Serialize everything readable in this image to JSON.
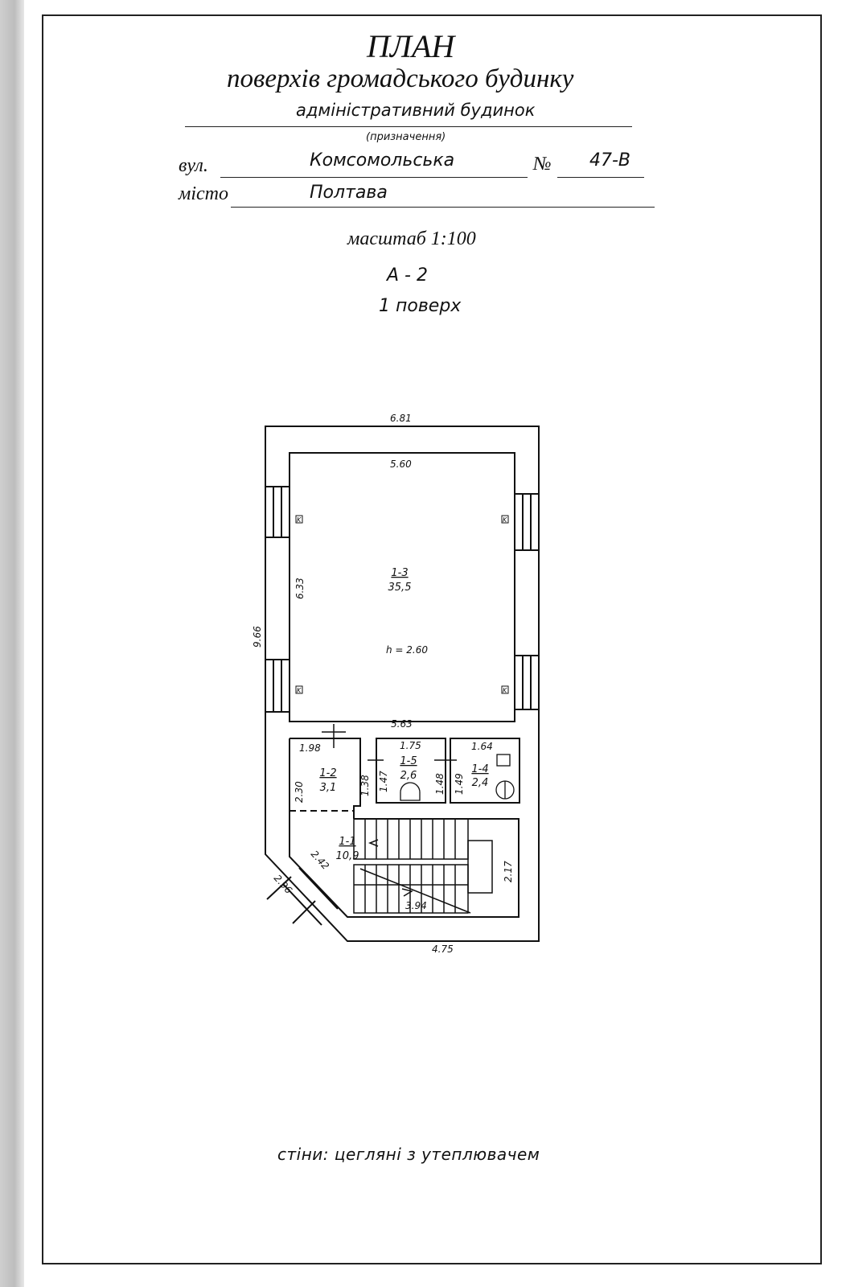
{
  "header": {
    "title": "ПЛАН",
    "subtitle": "поверхів громадського будинку",
    "purpose_value": "адміністративний будинок",
    "purpose_caption": "(призначення)",
    "street_label": "вул.",
    "street_value": "Комсомольська",
    "number_label": "№",
    "number_value": "47-В",
    "city_label": "місто",
    "city_value": "Полтава",
    "scale": "масштаб 1:100",
    "letter": "А - 2",
    "floor": "1 поверх"
  },
  "plan": {
    "dims": {
      "outer_top": "6.81",
      "outer_left": "9.66",
      "main_top": "5.60",
      "main_left": "6.33",
      "main_bottom": "5.63",
      "r12_top": "1.98",
      "r12_left": "2.30",
      "r12_right": "1.38",
      "r15_top": "1.75",
      "r15_left": "1.47",
      "r15_right": "1.48",
      "r14_top": "1.64",
      "r14_left": "1.49",
      "stair_right": "2.17",
      "stair_bottom": "3.94",
      "diag_inner": "2.42",
      "diag_outer": "2.96",
      "outer_bottom": "4.75"
    },
    "rooms": [
      {
        "id": "1-3",
        "area": "35,5"
      },
      {
        "id": "1-2",
        "area": "3,1"
      },
      {
        "id": "1-5",
        "area": "2,6"
      },
      {
        "id": "1-4",
        "area": "2,4"
      },
      {
        "id": "1-1",
        "area": "10,9"
      }
    ],
    "height": "h = 2.60",
    "radiator_mark": "K"
  },
  "footer": {
    "walls": "стіни: цегляні з утеплювачем"
  }
}
